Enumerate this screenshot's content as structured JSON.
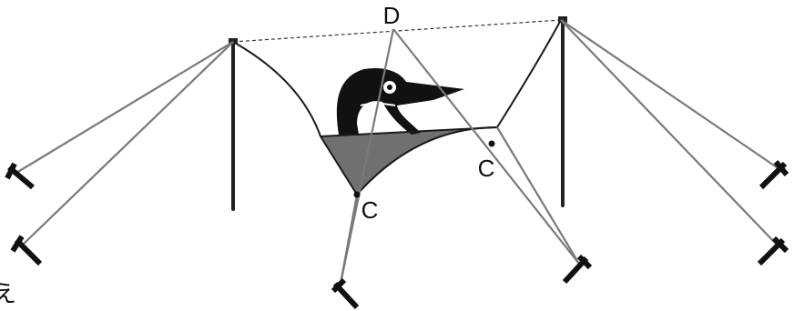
{
  "labels": {
    "ridge_point": "D",
    "corner_left": "C",
    "corner_right": "C",
    "edge_glyph": "え"
  },
  "colors": {
    "background": "#ffffff",
    "tarp_fill": "#707070",
    "guy_line": "#7a7a7a",
    "pole": "#222222",
    "bird_logo": "#111111"
  },
  "icons": {
    "logo": "bird-head-logo",
    "stake": "tent-stake-icon"
  }
}
